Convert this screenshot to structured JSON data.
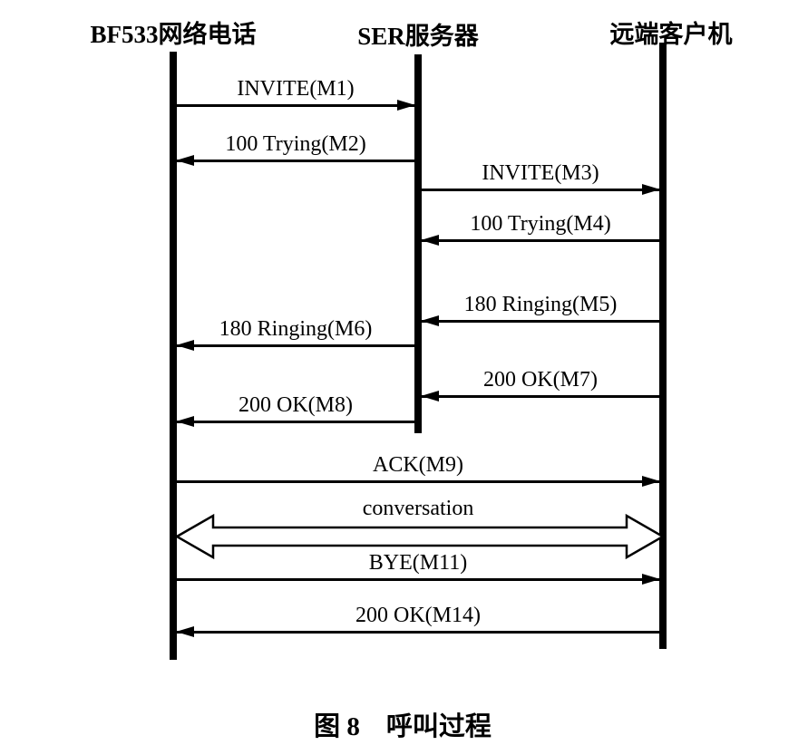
{
  "actors": [
    {
      "name": "BF533网络电话"
    },
    {
      "name": "SER服务器"
    },
    {
      "name": "远端客户机"
    }
  ],
  "messages": [
    {
      "label": "INVITE(M1)",
      "from": "BF533网络电话",
      "to": "SER服务器"
    },
    {
      "label": "100 Trying(M2)",
      "from": "SER服务器",
      "to": "BF533网络电话"
    },
    {
      "label": "INVITE(M3)",
      "from": "SER服务器",
      "to": "远端客户机"
    },
    {
      "label": "100 Trying(M4)",
      "from": "远端客户机",
      "to": "SER服务器"
    },
    {
      "label": "180 Ringing(M5)",
      "from": "远端客户机",
      "to": "SER服务器"
    },
    {
      "label": "180 Ringing(M6)",
      "from": "SER服务器",
      "to": "BF533网络电话"
    },
    {
      "label": "200 OK(M7)",
      "from": "远端客户机",
      "to": "SER服务器"
    },
    {
      "label": "200 OK(M8)",
      "from": "SER服务器",
      "to": "BF533网络电话"
    },
    {
      "label": "ACK(M9)",
      "from": "BF533网络电话",
      "to": "远端客户机"
    },
    {
      "label": "conversation",
      "from": "BF533网络电话",
      "to": "远端客户机",
      "bidirectional": true
    },
    {
      "label": "BYE(M11)",
      "from": "BF533网络电话",
      "to": "远端客户机"
    },
    {
      "label": "200 OK(M14)",
      "from": "远端客户机",
      "to": "BF533网络电话"
    }
  ],
  "caption": "图 8　呼叫过程",
  "colors": {
    "line": "#000000",
    "background": "#ffffff"
  }
}
